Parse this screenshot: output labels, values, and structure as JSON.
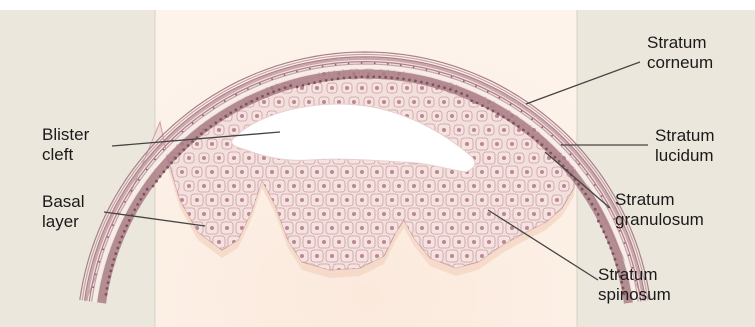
{
  "labels": {
    "stratum_corneum": [
      "Stratum",
      "corneum"
    ],
    "stratum_lucidum": [
      "Stratum",
      "lucidum"
    ],
    "stratum_granulosum": [
      "Stratum",
      "granulosum"
    ],
    "stratum_spinosum": [
      "Stratum",
      "spinosum"
    ],
    "blister_cleft": [
      "Blister",
      "cleft"
    ],
    "basal_layer": [
      "Basal",
      "layer"
    ]
  },
  "colors": {
    "side_panel": "#ece7dc",
    "tissue_bg": "#f9e9dc",
    "cell_fill": "#f3dedd",
    "cell_stroke": "#c89fa2",
    "nucleus": "#b98891",
    "cornified": "#b48a92",
    "granular": "#9b6f78",
    "leader": "#444444"
  }
}
